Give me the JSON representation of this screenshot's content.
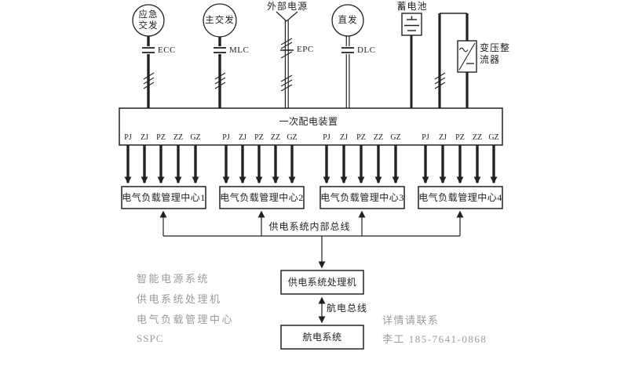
{
  "colors": {
    "line": "#222222",
    "watermark": "#9b9b9b",
    "background": "#ffffff"
  },
  "diagram": {
    "sources": [
      {
        "name": "emergency-ac-generator",
        "label_lines": [
          "应急",
          "交发"
        ],
        "contactor": "ECC"
      },
      {
        "name": "main-ac-generator",
        "label_lines": [
          "主交发"
        ],
        "contactor": "MLC"
      },
      {
        "name": "external-power",
        "label_lines": [
          "外部电源"
        ],
        "contactor": "EPC"
      },
      {
        "name": "direct-generator",
        "label_lines": [
          "直发"
        ],
        "contactor": "DLC"
      },
      {
        "name": "battery",
        "label_lines": [
          "蓄电池"
        ]
      },
      {
        "name": "transformer-rectifier",
        "label_lines": [
          "变压整",
          "流器"
        ]
      }
    ],
    "primary_box_label": "一次配电装置",
    "feeder_labels": [
      "PJ",
      "ZJ",
      "PZ",
      "ZZ",
      "GZ"
    ],
    "load_centers": [
      "电气负载管理中心1",
      "电气负载管理中心2",
      "电气负载管理中心3",
      "电气负载管理中心4"
    ],
    "internal_bus_label": "供电系统内部总线",
    "processor_box_label": "供电系统处理机",
    "avionics_bus_label": "航电总线",
    "avionics_box_label": "航电系统"
  },
  "watermark": {
    "lines": [
      "智能电源系统",
      "供电系统处理机",
      "电气负载管理中心",
      "SSPC"
    ]
  },
  "contact": {
    "lines": [
      "详情请联系",
      "李工 185-7641-0868"
    ]
  }
}
